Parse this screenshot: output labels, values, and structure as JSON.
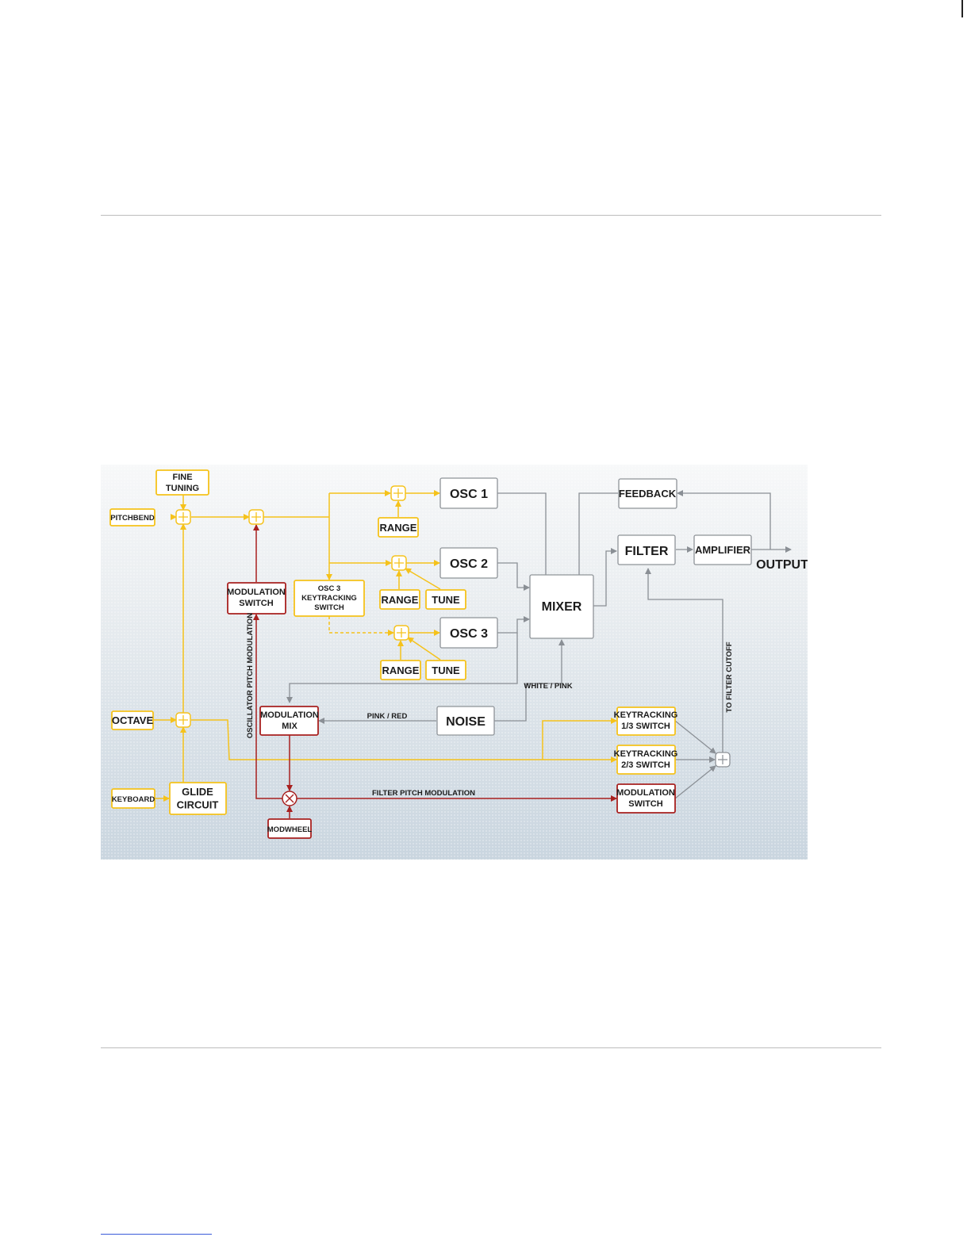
{
  "colors": {
    "yellow": "#f5c21b",
    "red": "#a8201f",
    "gray": "#8a8f95",
    "box_border_gray": "#8e9398",
    "text": "#1c1c1c"
  },
  "diagram": {
    "nodes": {
      "fine_tuning": "FINE\nTUNING",
      "pitchbend": "PITCHBEND",
      "octave": "OCTAVE",
      "keyboard": "KEYBOARD",
      "glide_circuit": "GLIDE\nCIRCUIT",
      "modulation_switch_osc": "MODULATION\nSWITCH",
      "osc3_keytracking_switch": "OSC 3\nKEYTRACKING\nSWITCH",
      "range_1": "RANGE",
      "range_2": "RANGE",
      "tune_2": "TUNE",
      "range_3": "RANGE",
      "tune_3": "TUNE",
      "osc1": "OSC 1",
      "osc2": "OSC 2",
      "osc3": "OSC 3",
      "mixer": "MIXER",
      "feedback": "FEEDBACK",
      "filter": "FILTER",
      "amplifier": "AMPLIFIER",
      "output": "OUTPUT",
      "noise": "NOISE",
      "modulation_mix": "MODULATION\nMIX",
      "modwheel": "MODWHEEL",
      "keytracking_13": "KEYTRACKING\n1/3 SWITCH",
      "keytracking_23": "KEYTRACKING\n2/3 SWITCH",
      "modulation_switch_filter": "MODULATION\nSWITCH"
    },
    "edge_labels": {
      "white_pink": "WHITE / PINK",
      "pink_red": "PINK / RED",
      "filter_pitch_modulation": "FILTER PITCH MODULATION",
      "oscillator_pitch_modulation": "OSCILLATOR PITCH MODULATION",
      "to_filter_cutoff": "TO FILTER CUTOFF"
    }
  }
}
